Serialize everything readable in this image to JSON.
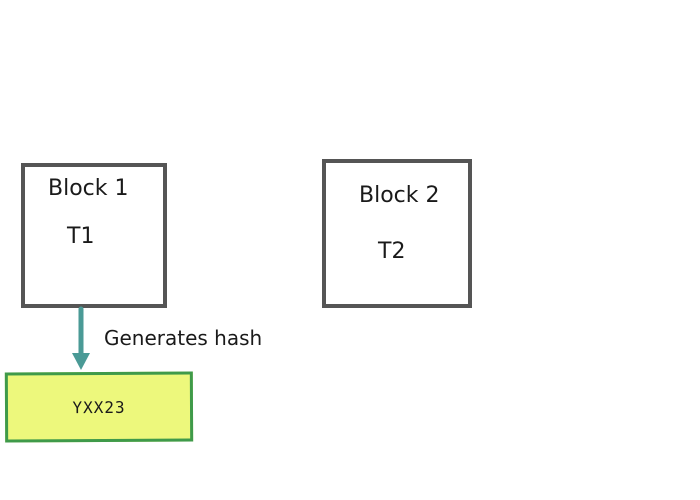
{
  "blocks": [
    {
      "title": "Block 1",
      "transaction": "T1"
    },
    {
      "title": "Block 2",
      "transaction": "T2"
    }
  ],
  "edge": {
    "label": "Generates hash"
  },
  "hash": {
    "value": "YXX23"
  },
  "colors": {
    "block_border": "#555555",
    "arrow": "#4a9a96",
    "hash_fill": "#edf87c",
    "hash_border": "#3f9a4a"
  }
}
